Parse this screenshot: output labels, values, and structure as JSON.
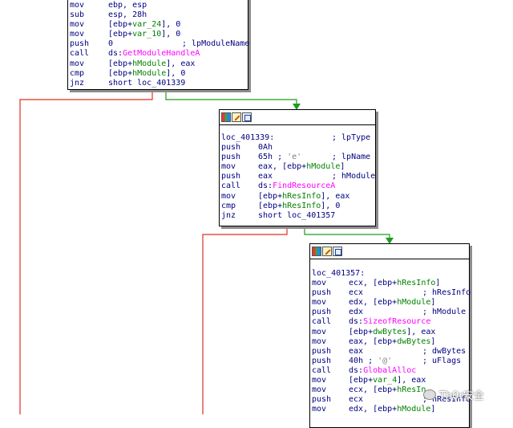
{
  "colors": {
    "false_edge": "#e0301e",
    "true_edge": "#1e9c1e",
    "name_color": "#ff00ff",
    "var_color": "#008000",
    "text_color": "#000080"
  },
  "block1": {
    "lines": [
      {
        "mn": "mov",
        "op": [
          {
            "t": "ebp, esp"
          }
        ],
        "cm": ""
      },
      {
        "mn": "sub",
        "op": [
          {
            "t": "esp, 28h"
          }
        ],
        "cm": ""
      },
      {
        "mn": "mov",
        "op": [
          {
            "t": "[ebp+"
          },
          {
            "t": "var_24",
            "c": "grn"
          },
          {
            "t": "], 0"
          }
        ],
        "cm": ""
      },
      {
        "mn": "mov",
        "op": [
          {
            "t": "[ebp+"
          },
          {
            "t": "var_10",
            "c": "grn"
          },
          {
            "t": "], 0"
          }
        ],
        "cm": ""
      },
      {
        "mn": "push",
        "op": [
          {
            "t": "0"
          }
        ],
        "cm": "; lpModuleName"
      },
      {
        "mn": "call",
        "op": [
          {
            "t": "ds:"
          },
          {
            "t": "GetModuleHandleA",
            "c": "pink"
          }
        ],
        "cm": ""
      },
      {
        "mn": "mov",
        "op": [
          {
            "t": "[ebp+"
          },
          {
            "t": "hModule",
            "c": "grn"
          },
          {
            "t": "], eax"
          }
        ],
        "cm": ""
      },
      {
        "mn": "cmp",
        "op": [
          {
            "t": "[ebp+"
          },
          {
            "t": "hModule",
            "c": "grn"
          },
          {
            "t": "], 0"
          }
        ],
        "cm": ""
      },
      {
        "mn": "jnz",
        "op": [
          {
            "t": "short loc_401339"
          }
        ],
        "cm": ""
      }
    ]
  },
  "block2": {
    "label": "loc_401339:",
    "label_comment": "; lpType",
    "lines": [
      {
        "mn": "push",
        "op": [
          {
            "t": "0Ah"
          }
        ],
        "cm": ""
      },
      {
        "mn": "push",
        "op": [
          {
            "t": "65h ; "
          },
          {
            "t": "'e'",
            "c": "gry"
          }
        ],
        "cm": "; lpName"
      },
      {
        "mn": "mov",
        "op": [
          {
            "t": "eax, [ebp+"
          },
          {
            "t": "hModule",
            "c": "grn"
          },
          {
            "t": "]"
          }
        ],
        "cm": ""
      },
      {
        "mn": "push",
        "op": [
          {
            "t": "eax"
          }
        ],
        "cm": "; hModule"
      },
      {
        "mn": "call",
        "op": [
          {
            "t": "ds:"
          },
          {
            "t": "FindResourceA",
            "c": "pink"
          }
        ],
        "cm": ""
      },
      {
        "mn": "mov",
        "op": [
          {
            "t": "[ebp+"
          },
          {
            "t": "hResInfo",
            "c": "grn"
          },
          {
            "t": "], eax"
          }
        ],
        "cm": ""
      },
      {
        "mn": "cmp",
        "op": [
          {
            "t": "[ebp+"
          },
          {
            "t": "hResInfo",
            "c": "grn"
          },
          {
            "t": "], 0"
          }
        ],
        "cm": ""
      },
      {
        "mn": "jnz",
        "op": [
          {
            "t": "short loc_401357"
          }
        ],
        "cm": ""
      }
    ]
  },
  "block3": {
    "label": "loc_401357:",
    "label_comment": "",
    "lines": [
      {
        "mn": "mov",
        "op": [
          {
            "t": "ecx, [ebp+"
          },
          {
            "t": "hResInfo",
            "c": "grn"
          },
          {
            "t": "]"
          }
        ],
        "cm": ""
      },
      {
        "mn": "push",
        "op": [
          {
            "t": "ecx"
          }
        ],
        "cm": "; hResInfo"
      },
      {
        "mn": "mov",
        "op": [
          {
            "t": "edx, [ebp+"
          },
          {
            "t": "hModule",
            "c": "grn"
          },
          {
            "t": "]"
          }
        ],
        "cm": ""
      },
      {
        "mn": "push",
        "op": [
          {
            "t": "edx"
          }
        ],
        "cm": "; hModule"
      },
      {
        "mn": "call",
        "op": [
          {
            "t": "ds:"
          },
          {
            "t": "SizeofResource",
            "c": "pink"
          }
        ],
        "cm": ""
      },
      {
        "mn": "mov",
        "op": [
          {
            "t": "[ebp+"
          },
          {
            "t": "dwBytes",
            "c": "grn"
          },
          {
            "t": "], eax"
          }
        ],
        "cm": ""
      },
      {
        "mn": "mov",
        "op": [
          {
            "t": "eax, [ebp+"
          },
          {
            "t": "dwBytes",
            "c": "grn"
          },
          {
            "t": "]"
          }
        ],
        "cm": ""
      },
      {
        "mn": "push",
        "op": [
          {
            "t": "eax"
          }
        ],
        "cm": "; dwBytes"
      },
      {
        "mn": "push",
        "op": [
          {
            "t": "40h ; "
          },
          {
            "t": "'@'",
            "c": "gry"
          }
        ],
        "cm": "; uFlags"
      },
      {
        "mn": "call",
        "op": [
          {
            "t": "ds:"
          },
          {
            "t": "GlobalAlloc",
            "c": "pink"
          }
        ],
        "cm": ""
      },
      {
        "mn": "mov",
        "op": [
          {
            "t": "[ebp+"
          },
          {
            "t": "var_4",
            "c": "grn"
          },
          {
            "t": "], eax"
          }
        ],
        "cm": ""
      },
      {
        "mn": "mov",
        "op": [
          {
            "t": "ecx, [ebp+"
          },
          {
            "t": "hResIn",
            "c": "grn"
          }
        ],
        "cm": ""
      },
      {
        "mn": "push",
        "op": [
          {
            "t": "ecx"
          }
        ],
        "cm": "; hResInfo"
      },
      {
        "mn": "mov",
        "op": [
          {
            "t": "edx, [ebp+"
          },
          {
            "t": "hModule",
            "c": "grn"
          },
          {
            "t": "]"
          }
        ],
        "cm": ""
      }
    ]
  },
  "watermark": {
    "text": "Th0r安全"
  }
}
